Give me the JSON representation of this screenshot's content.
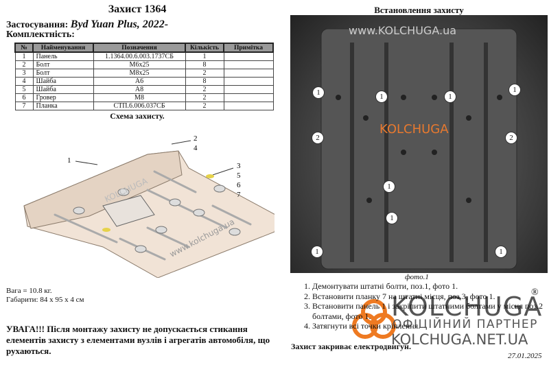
{
  "header": {
    "title": "Захист 1364",
    "application_label": "Застосування:",
    "application_value": "Byd Yuan Plus, 2022-",
    "kit_label": "Комплектність:"
  },
  "table": {
    "columns": [
      "№",
      "Найменування",
      "Позначення",
      "Кількість",
      "Примітка"
    ],
    "rows": [
      [
        "1",
        "Панель",
        "1.1364.00.6.003.1737СБ",
        "1",
        ""
      ],
      [
        "2",
        "Болт",
        "М6х25",
        "8",
        ""
      ],
      [
        "3",
        "Болт",
        "М8х25",
        "2",
        ""
      ],
      [
        "4",
        "Шайба",
        "А6",
        "8",
        ""
      ],
      [
        "5",
        "Шайба",
        "А8",
        "2",
        ""
      ],
      [
        "6",
        "Гровер",
        "М8",
        "2",
        ""
      ],
      [
        "7",
        "Планка",
        "СТП.6.006.037СБ",
        "2",
        ""
      ]
    ]
  },
  "schema": {
    "title": "Схема захисту.",
    "callouts": [
      "1",
      "2",
      "4",
      "3",
      "5",
      "6",
      "7"
    ],
    "watermark": "www.kolchuga.ua",
    "logo": "KOLCHUGA"
  },
  "specs": {
    "weight": "Вага = 10.8 кг.",
    "dimensions": "Габарити: 84 х 95 х 4 см"
  },
  "warning": "УВАГА!!! Після монтажу захисту не допускається стикання елементів захисту з елементами вузлів і агрегатів автомобіля, що рухаються.",
  "photo": {
    "title": "Встановлення захисту",
    "caption": "фото.1",
    "watermark": "www.KOLCHUGA.ua",
    "logo": "KOLCHUGA",
    "callouts": [
      "1",
      "1",
      "1",
      "1",
      "2",
      "2",
      "1",
      "1",
      "1",
      "1"
    ]
  },
  "steps": [
    "Демонтувати штатні болти, поз.1, фото 1.",
    "Встановити планку 7 на штатні місця, поз.3, фото 1.",
    "Встановити панель 1 і закріпити штатними болтами у місця поз.2 болтами, фото 1.",
    "Затягнути всі точки кріплення."
  ],
  "footer": {
    "cover_note": "Захист закриває електродвигун.",
    "date": "27.01.2025"
  },
  "partner_logo": {
    "brand": "KOLCHUGA",
    "registered": "®",
    "subtitle": "ОФІЦІЙНИЙ ПАРТНЕР",
    "url": "KOLCHUGA.NET.UA"
  }
}
